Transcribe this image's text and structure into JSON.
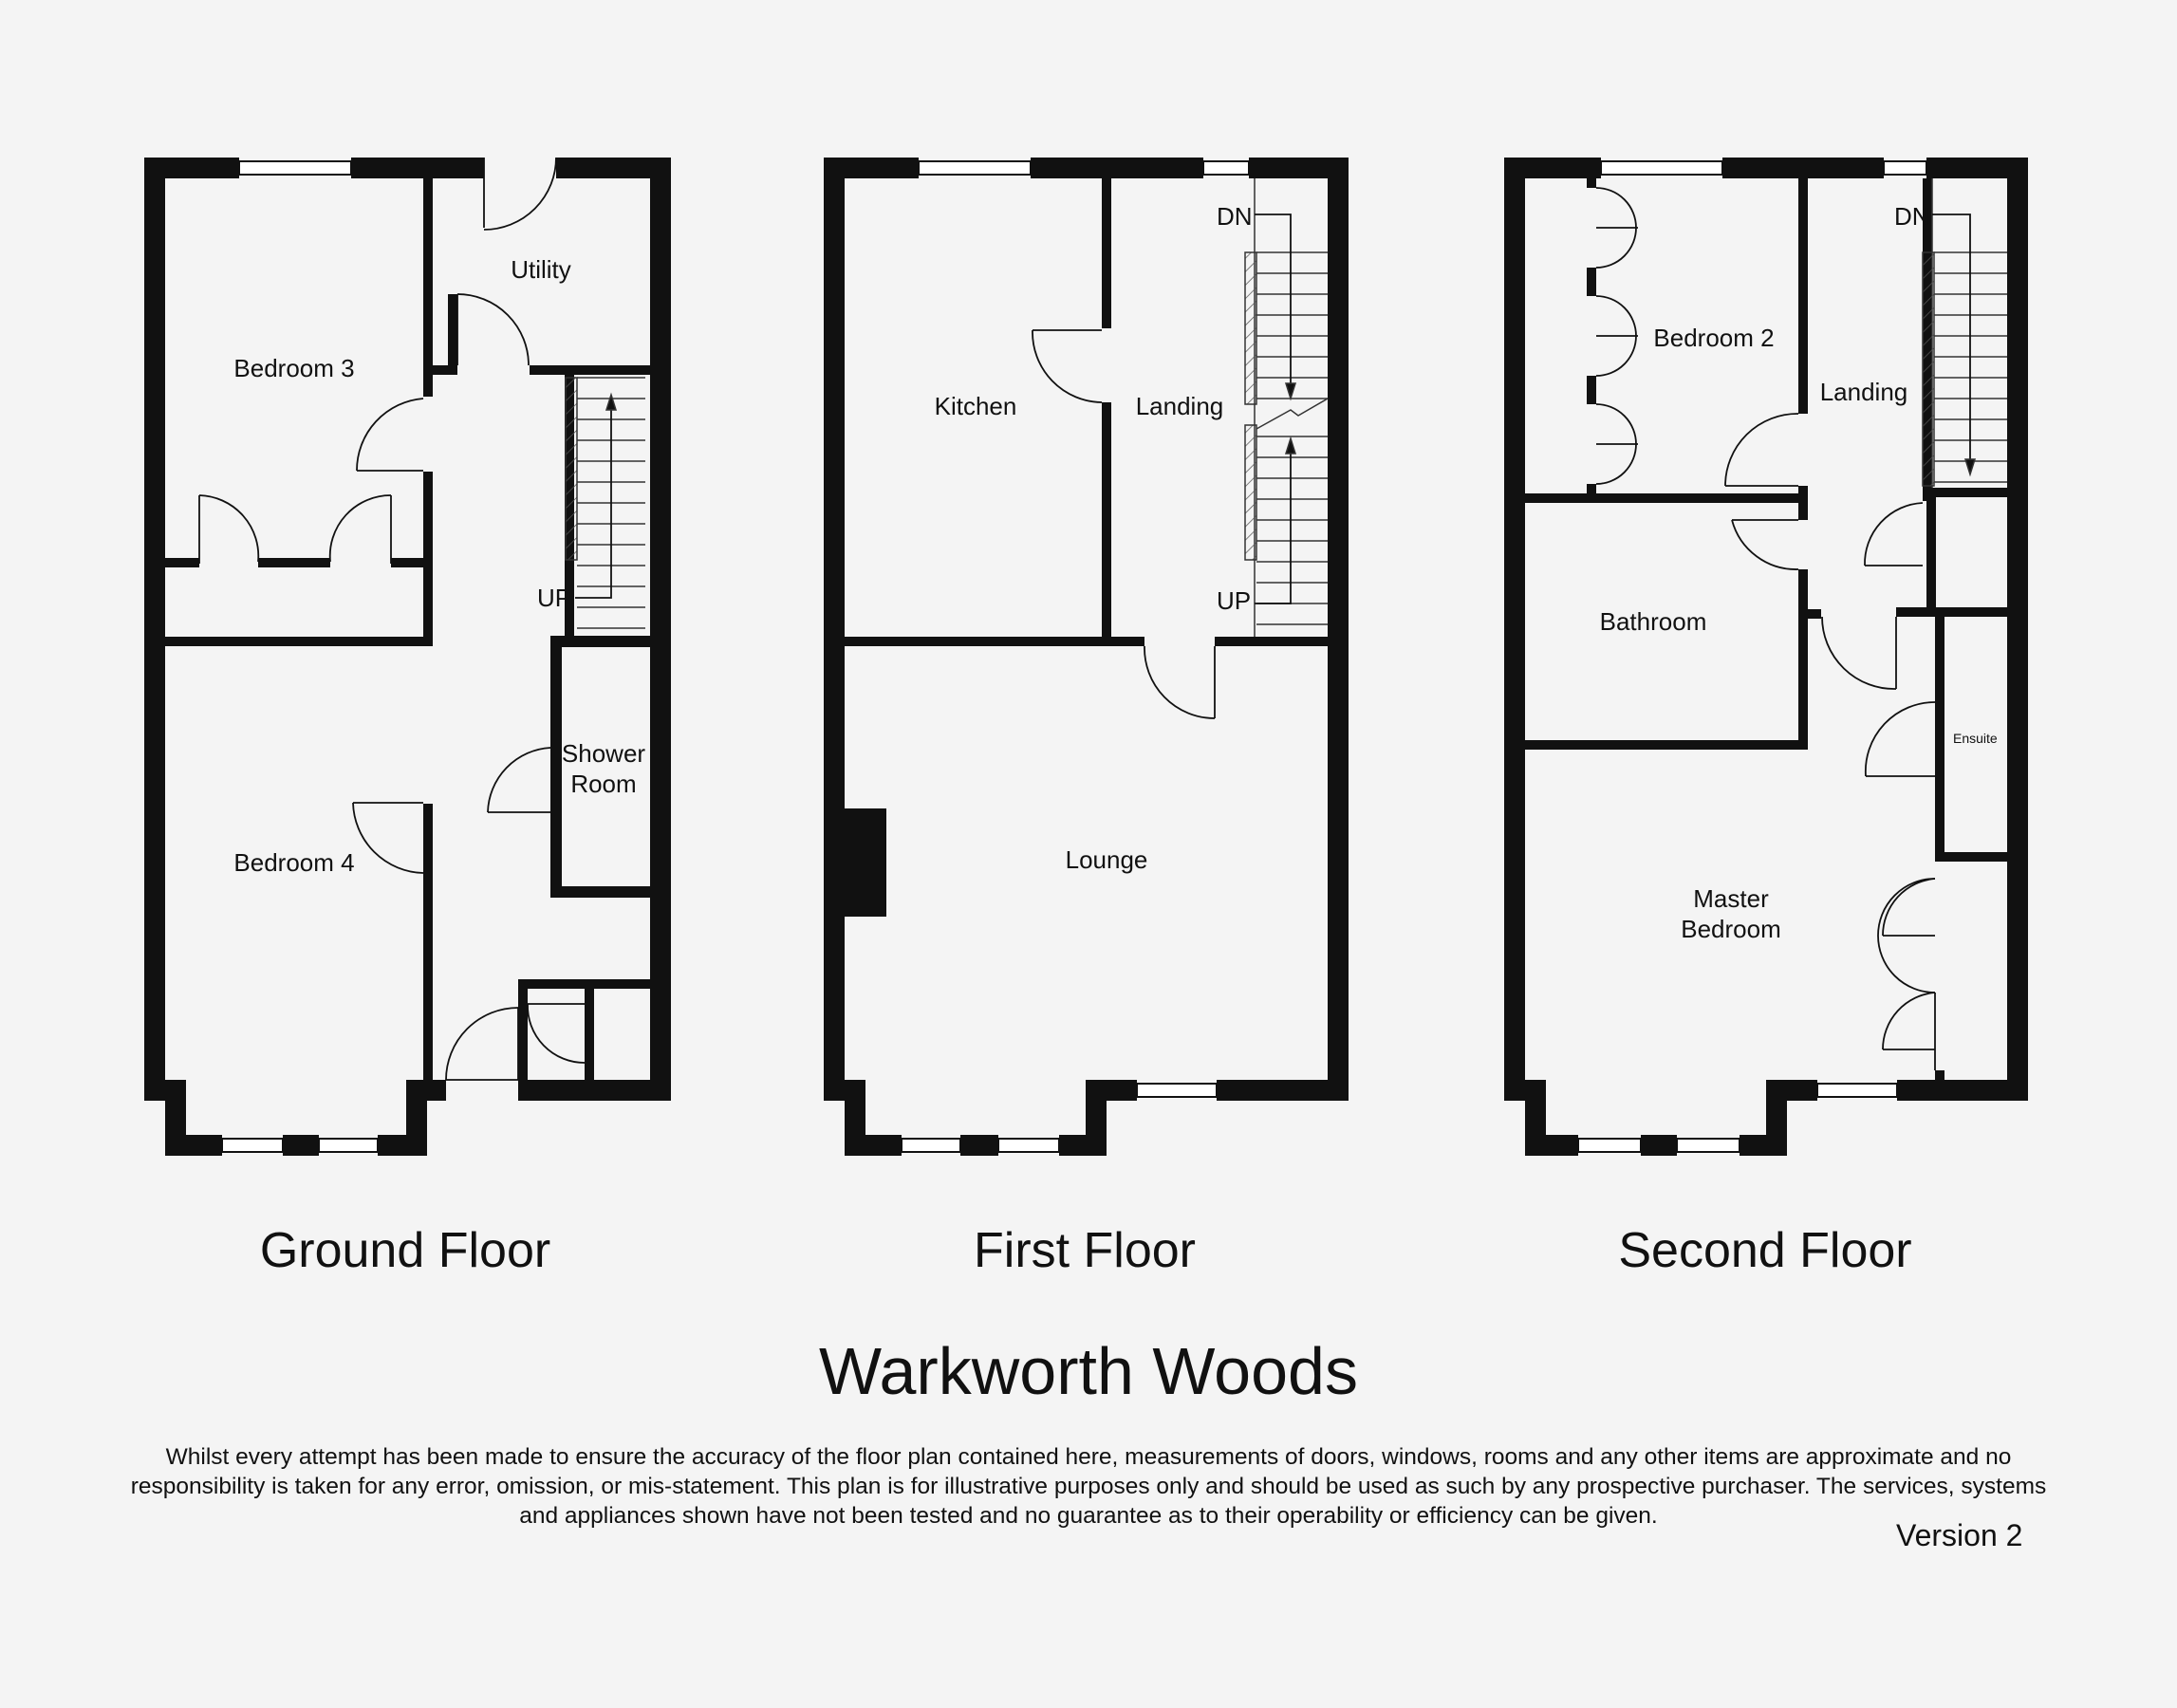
{
  "rooms": {
    "bedroom3": "Bedroom 3",
    "utility": "Utility",
    "shower_room": "Shower\nRoom",
    "bedroom4": "Bedroom 4",
    "kitchen": "Kitchen",
    "landing": "Landing",
    "lounge": "Lounge",
    "bedroom2": "Bedroom 2",
    "bathroom": "Bathroom",
    "ensuite": "Ensuite",
    "master_bedroom": "Master\nBedroom"
  },
  "stairs": {
    "up": "UP",
    "down": "DN"
  },
  "floors": {
    "ground": "Ground Floor",
    "first": "First Floor",
    "second": "Second Floor"
  },
  "title": "Warkworth Woods",
  "disclaimer": "Whilst every attempt has been made to ensure the accuracy of the floor plan contained here, measurements of doors, windows, rooms and any other items are approximate and no responsibility is taken for any error, omission, or mis-statement. This plan is for illustrative purposes only and should be used as such by any prospective purchaser. The services, systems and appliances shown have not been tested and no guarantee as to their operability or efficiency can be given.",
  "version": "Version 2"
}
